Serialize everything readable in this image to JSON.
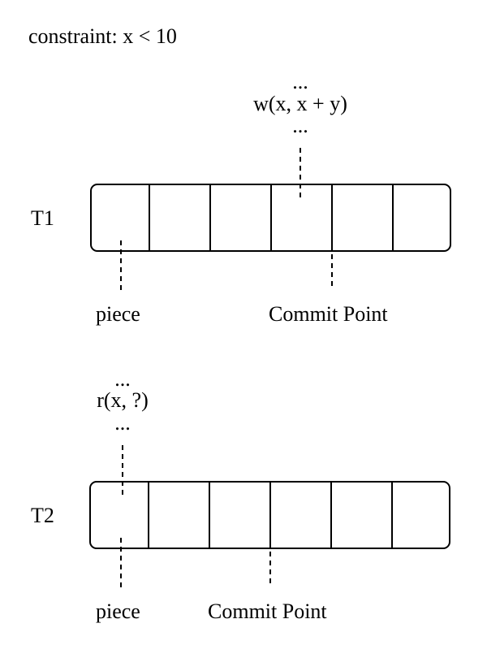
{
  "constraint": "constraint: x < 10",
  "t1": {
    "label": "T1",
    "op_above": "...",
    "op": "w(x, x + y)",
    "op_below": "...",
    "piece_label": "piece",
    "commit_label": "Commit Point",
    "cells": 6
  },
  "t2": {
    "label": "T2",
    "op_above": "...",
    "op": "r(x, ?)",
    "op_below": "...",
    "piece_label": "piece",
    "commit_label": "Commit Point",
    "cells": 6
  },
  "colors": {
    "stroke": "#000000",
    "background": "#ffffff"
  }
}
